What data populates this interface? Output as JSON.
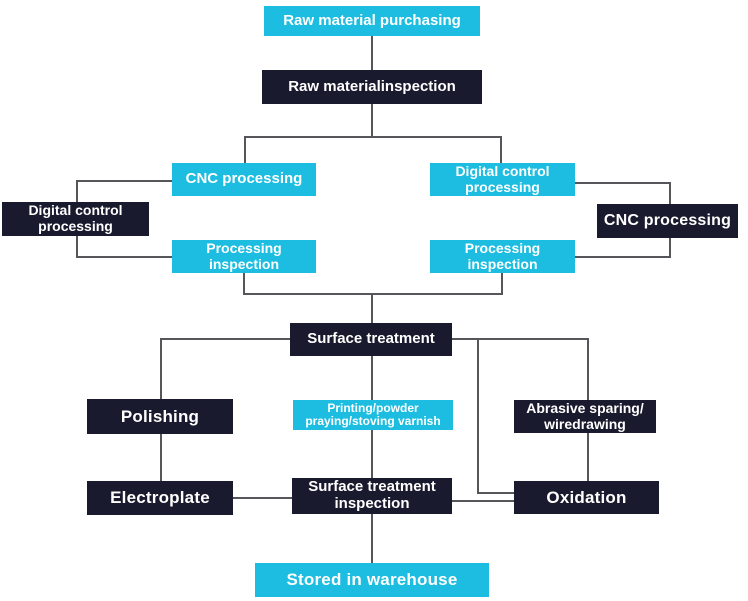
{
  "diagram": {
    "type": "flowchart",
    "colors": {
      "node_cyan": "#1cbde0",
      "node_dark": "#1a1a2e",
      "connector": "#55565a",
      "text": "#ffffff"
    },
    "nodes": {
      "raw_purchasing": {
        "label": "Raw material purchasing",
        "style": "cyan"
      },
      "raw_inspection": {
        "label": "Raw materialinspection",
        "style": "dark"
      },
      "cnc_left": {
        "label": "CNC processing",
        "style": "cyan"
      },
      "digital_right": {
        "label": "Digital control\nprocessing",
        "style": "cyan"
      },
      "digital_left": {
        "label": "Digital control\nprocessing",
        "style": "dark"
      },
      "cnc_right": {
        "label": "CNC processing",
        "style": "dark"
      },
      "proc_insp_left": {
        "label": "Processing\ninspection",
        "style": "cyan"
      },
      "proc_insp_right": {
        "label": "Processing\ninspection",
        "style": "cyan"
      },
      "surface_treatment": {
        "label": "Surface treatment",
        "style": "dark"
      },
      "polishing": {
        "label": "Polishing",
        "style": "dark"
      },
      "printing": {
        "label": "Printing/powder\npraying/stoving varnish",
        "style": "cyan"
      },
      "abrasive": {
        "label": "Abrasive sparing/\nwiredrawing",
        "style": "dark"
      },
      "electroplate": {
        "label": "Electroplate",
        "style": "dark"
      },
      "surface_insp": {
        "label": "Surface treatment\ninspection",
        "style": "dark"
      },
      "oxidation": {
        "label": "Oxidation",
        "style": "dark"
      },
      "stored": {
        "label": "Stored in warehouse",
        "style": "cyan"
      }
    },
    "edges": [
      "raw_purchasing -> raw_inspection",
      "raw_inspection -> cnc_left",
      "raw_inspection -> digital_right",
      "cnc_left -> digital_left -> proc_insp_left",
      "digital_right -> cnc_right -> proc_insp_right",
      "proc_insp_left -> surface_treatment",
      "proc_insp_right -> surface_treatment",
      "surface_treatment -> polishing -> electroplate",
      "surface_treatment -> printing -> surface_insp",
      "surface_treatment -> abrasive -> oxidation",
      "surface_treatment -> oxidation",
      "electroplate -> surface_insp",
      "surface_insp -> oxidation",
      "surface_insp -> stored"
    ]
  }
}
